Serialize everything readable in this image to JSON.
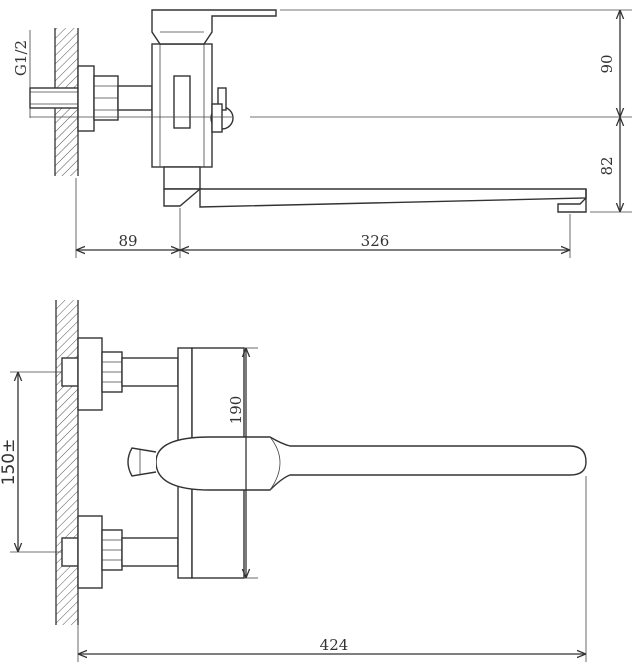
{
  "dimensions": {
    "wall_to_body": "89",
    "body_to_spout_tip": "326",
    "top_to_axis": "90",
    "axis_to_spout": "82",
    "thread": "G1/2",
    "body_height": "190",
    "inlet_spacing": "150±",
    "overall_length": "424"
  },
  "colors": {
    "line": "#333333",
    "hatch": "#555555",
    "background": "#ffffff"
  }
}
